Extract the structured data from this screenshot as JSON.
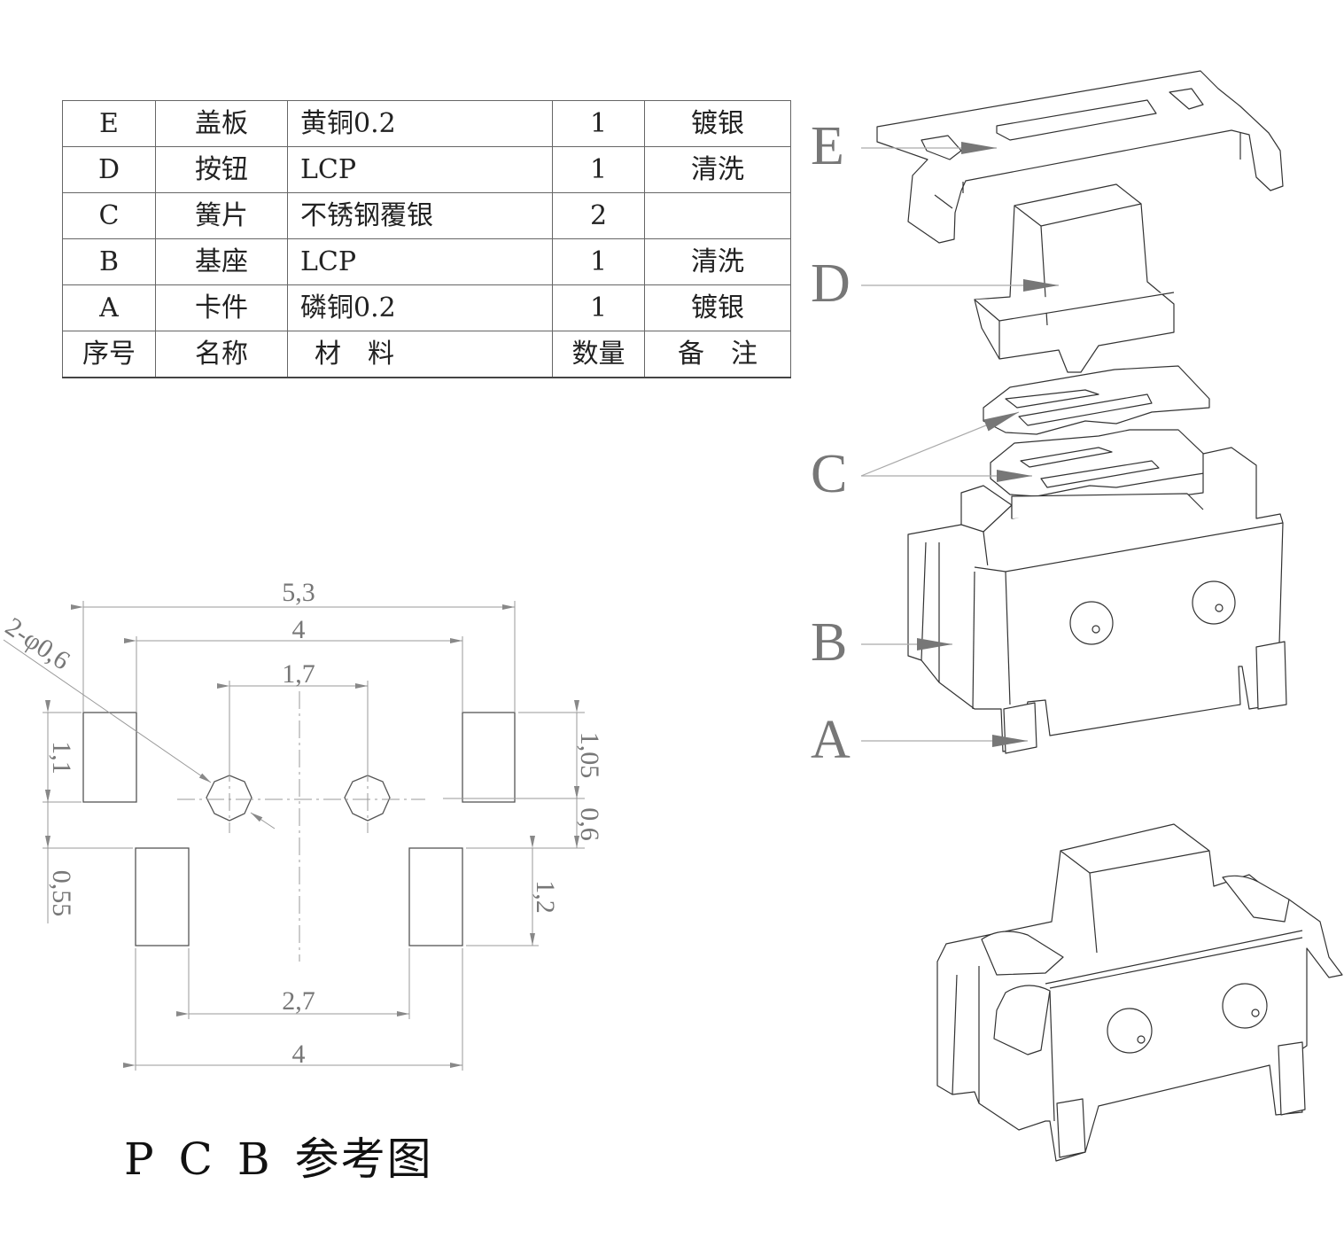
{
  "bom_table": {
    "rows": [
      {
        "no": "E",
        "name": "盖板",
        "material": "黄铜0.2",
        "qty": "1",
        "remark": "镀银"
      },
      {
        "no": "D",
        "name": "按钮",
        "material": "LCP",
        "qty": "1",
        "remark": "清洗"
      },
      {
        "no": "C",
        "name": "簧片",
        "material": "不锈钢覆银",
        "qty": "2",
        "remark": ""
      },
      {
        "no": "B",
        "name": "基座",
        "material": "LCP",
        "qty": "1",
        "remark": "清洗"
      },
      {
        "no": "A",
        "name": "卡件",
        "material": "磷铜0.2",
        "qty": "1",
        "remark": "镀银"
      }
    ],
    "header": {
      "no": "序号",
      "name": "名称",
      "material": "材　料",
      "qty": "数量",
      "remark": "备　注"
    }
  },
  "pcb": {
    "title_parts": [
      "P",
      "C",
      "B",
      "参考图"
    ],
    "dimensions": {
      "overall_width": "5,3",
      "upper_pad_span": "4",
      "hole_pitch": "1,7",
      "hole_callout": "2-φ0,6",
      "left_pad_height": "1,1",
      "right_pad_height": "1,05",
      "pad_gap_right": "0,6",
      "pad_gap_left": "0,55",
      "lower_pad_height": "1,2",
      "lower_inner_span": "2,7",
      "lower_outer_span": "4"
    }
  },
  "exploded_view": {
    "labels": [
      "E",
      "D",
      "C",
      "B",
      "A"
    ]
  },
  "colors": {
    "line": "#444444",
    "dimension": "#888888",
    "label": "#777777"
  }
}
